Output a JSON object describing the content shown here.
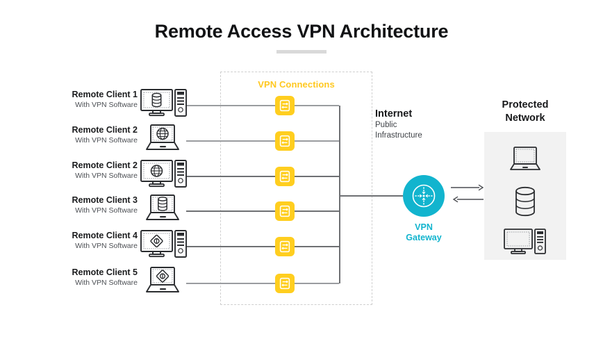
{
  "page": {
    "title": "Remote Access VPN Architecture"
  },
  "colors": {
    "accent_yellow": "#FFCE1F",
    "accent_teal": "#12B4CE",
    "line_gray": "#6e7073",
    "panel_gray": "#f2f2f2",
    "text_dark": "#17181a",
    "rule_gray": "#d9d9d9"
  },
  "clients": {
    "subtitle_common": "With VPN Software",
    "items": [
      {
        "name": "Remote Client 1",
        "sub": "With VPN Software",
        "device": "desktop",
        "badge": "database-icon"
      },
      {
        "name": "Remote Client 2",
        "sub": "With VPN Software",
        "device": "laptop",
        "badge": "globe-icon"
      },
      {
        "name": "Remote Client 2",
        "sub": "With VPN Software",
        "device": "desktop",
        "badge": "globe-icon"
      },
      {
        "name": "Remote Client 3",
        "sub": "With VPN Software",
        "device": "laptop",
        "badge": "database-icon"
      },
      {
        "name": "Remote Client 4",
        "sub": "With VPN Software",
        "device": "desktop",
        "badge": "shield-diamond-icon"
      },
      {
        "name": "Remote Client 5",
        "sub": "With VPN Software",
        "device": "laptop",
        "badge": "shield-diamond-icon"
      }
    ]
  },
  "vpn_connections": {
    "label": "VPN Connections",
    "tunnel_count": 6,
    "tunnel_icon": "vpn-tunnel-icon"
  },
  "internet": {
    "title": "Internet",
    "line1": "Public",
    "line2": "Infrastructure"
  },
  "gateway": {
    "icon": "router-arrows-icon",
    "label_line1": "VPN",
    "label_line2": "Gateway"
  },
  "protected_network": {
    "title_line1": "Protected",
    "title_line2": "Network",
    "devices": [
      {
        "icon": "laptop-icon"
      },
      {
        "icon": "database-icon"
      },
      {
        "icon": "desktop-tower-icon"
      }
    ]
  },
  "flow_arrows": {
    "outbound": "arrow-right-icon",
    "inbound": "arrow-left-icon"
  }
}
